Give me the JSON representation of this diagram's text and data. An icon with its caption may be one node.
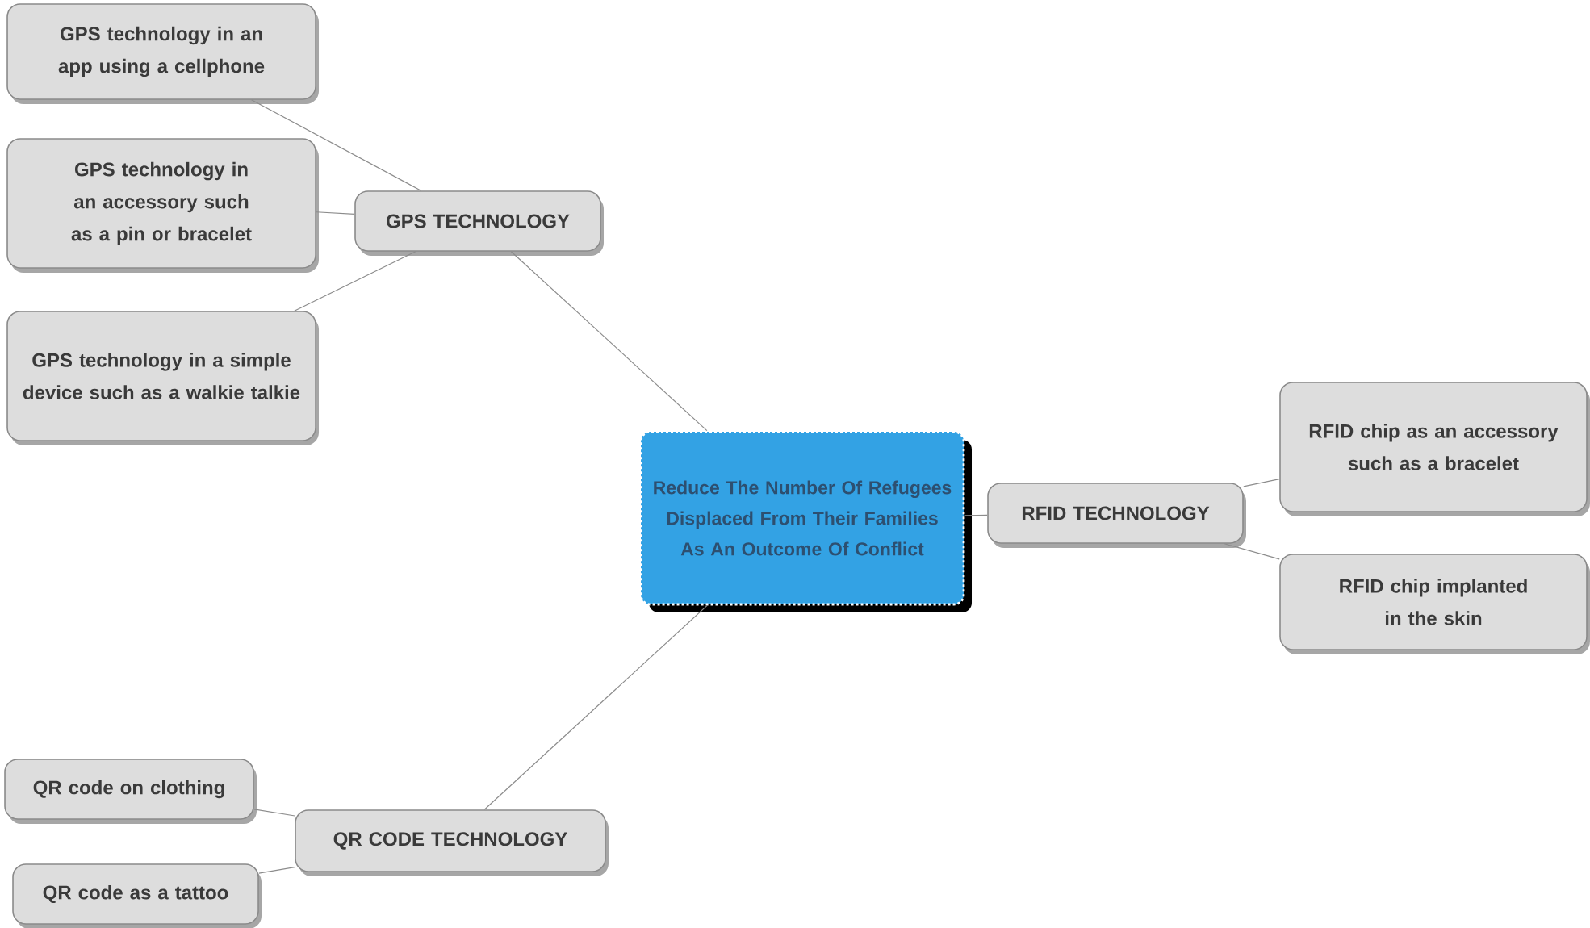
{
  "diagram": {
    "nodes": [
      {
        "text": [
          "Reduce The Number Of Refugees Displaced From Their Families As An Outcome Of Conflict"
        ]
      },
      {
        "text": [
          "GPS TECHNOLOGY"
        ]
      },
      {
        "text": [
          "GPS technology in an app using a cellphone"
        ]
      },
      {
        "text": [
          "GPS technology in an accessory such as a pin or bracelet"
        ]
      },
      {
        "text": [
          "GPS technology in a simple device such as a walkie talkie"
        ]
      },
      {
        "text": [
          "RFID TECHNOLOGY"
        ]
      },
      {
        "text": [
          "RFID chip as an accessory such as a bracelet"
        ]
      },
      {
        "text": [
          "RFID chip implanted in the skin"
        ]
      },
      {
        "text": [
          "QR CODE TECHNOLOGY"
        ]
      },
      {
        "text": [
          "QR code on clothing"
        ]
      },
      {
        "text": [
          "QR code as a tattoo"
        ]
      }
    ],
    "edges": [
      {
        "from": 0,
        "to": 1,
        "arrow": "none"
      },
      {
        "from": 1,
        "to": 2,
        "arrow": "none"
      },
      {
        "from": 1,
        "to": 3,
        "arrow": "none"
      },
      {
        "from": 1,
        "to": 4,
        "arrow": "none"
      },
      {
        "from": 0,
        "to": 5,
        "arrow": "none"
      },
      {
        "from": 5,
        "to": 6,
        "arrow": "none"
      },
      {
        "from": 5,
        "to": 7,
        "arrow": "none"
      },
      {
        "from": 0,
        "to": 8,
        "arrow": "none"
      },
      {
        "from": 8,
        "to": 9,
        "arrow": "none"
      },
      {
        "from": 8,
        "to": 10,
        "arrow": "none"
      }
    ]
  }
}
